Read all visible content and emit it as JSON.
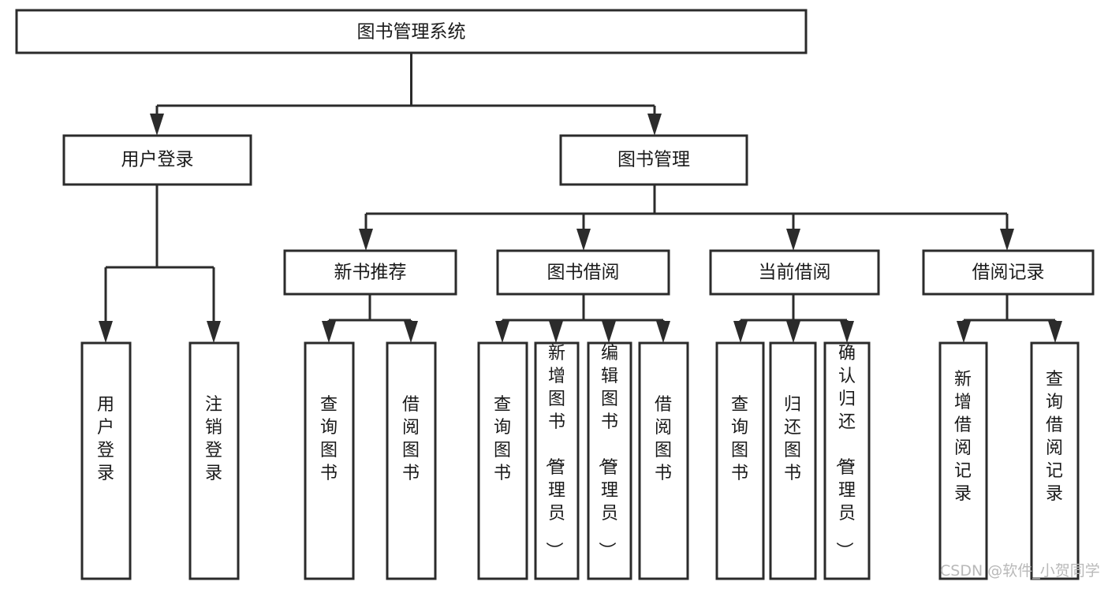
{
  "diagram": {
    "type": "tree",
    "title": "图书管理系统",
    "orientation": "top-down",
    "colors": {
      "box_stroke": "#2b2b2b",
      "box_fill": "#ffffff",
      "text": "#1a1a1a",
      "background": "#ffffff",
      "watermark": "#b9b9b9"
    },
    "root": {
      "label": "图书管理系统"
    },
    "level1": [
      {
        "id": "user-login",
        "label": "用户登录"
      },
      {
        "id": "book-management",
        "label": "图书管理"
      }
    ],
    "level2": [
      {
        "id": "new-book-recommend",
        "label": "新书推荐",
        "parent": "book-management"
      },
      {
        "id": "book-borrow",
        "label": "图书借阅",
        "parent": "book-management"
      },
      {
        "id": "current-borrow",
        "label": "当前借阅",
        "parent": "book-management"
      },
      {
        "id": "borrow-record",
        "label": "借阅记录",
        "parent": "book-management"
      }
    ],
    "leaves": {
      "user-login": [
        {
          "id": "leaf-user-login",
          "label": "用户登录"
        },
        {
          "id": "leaf-logout-login",
          "label": "注销登录"
        }
      ],
      "new-book-recommend": [
        {
          "id": "leaf-query-book-1",
          "label": "查询图书"
        },
        {
          "id": "leaf-borrow-book-1",
          "label": "借阅图书"
        }
      ],
      "book-borrow": [
        {
          "id": "leaf-query-book-2",
          "label": "查询图书"
        },
        {
          "id": "leaf-add-book",
          "label": "新增图书（管理员）"
        },
        {
          "id": "leaf-edit-book",
          "label": "编辑图书（管理员）"
        },
        {
          "id": "leaf-borrow-book-2",
          "label": "借阅图书"
        }
      ],
      "current-borrow": [
        {
          "id": "leaf-query-book-3",
          "label": "查询图书"
        },
        {
          "id": "leaf-return-book",
          "label": "归还图书"
        },
        {
          "id": "leaf-confirm-return",
          "label": "确认归还（管理员）"
        }
      ],
      "borrow-record": [
        {
          "id": "leaf-add-record",
          "label": "新增借阅记录"
        },
        {
          "id": "leaf-query-record",
          "label": "查询借阅记录"
        }
      ]
    }
  },
  "watermark": {
    "label": "CSDN @软件_小贺同学"
  }
}
